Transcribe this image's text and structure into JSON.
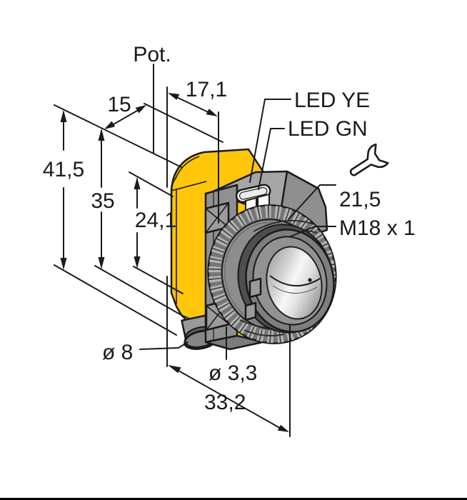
{
  "drawing": {
    "labels": {
      "pot": "Pot.",
      "led_yellow": "LED YE",
      "led_green": "LED GN",
      "thread_size": "M18 x 1"
    },
    "dimensions": {
      "total_height": "41,5",
      "body_height": "35",
      "axis_height": "24,1",
      "rear_depth": "15",
      "front_depth": "17,1",
      "nut_wrench_size": "21,5",
      "connector_diameter": "ø 8",
      "mounting_hole_diameter": "ø 3,3",
      "total_width": "33,2"
    },
    "icons": {
      "wrench": "wrench-icon"
    },
    "colors": {
      "housing_yellow": "#ffc60a",
      "housing_gray": "#9a9a9a",
      "outline": "#1a1a1a",
      "lens_highlight": "#f6f6f6",
      "background": "#ffffff"
    }
  }
}
